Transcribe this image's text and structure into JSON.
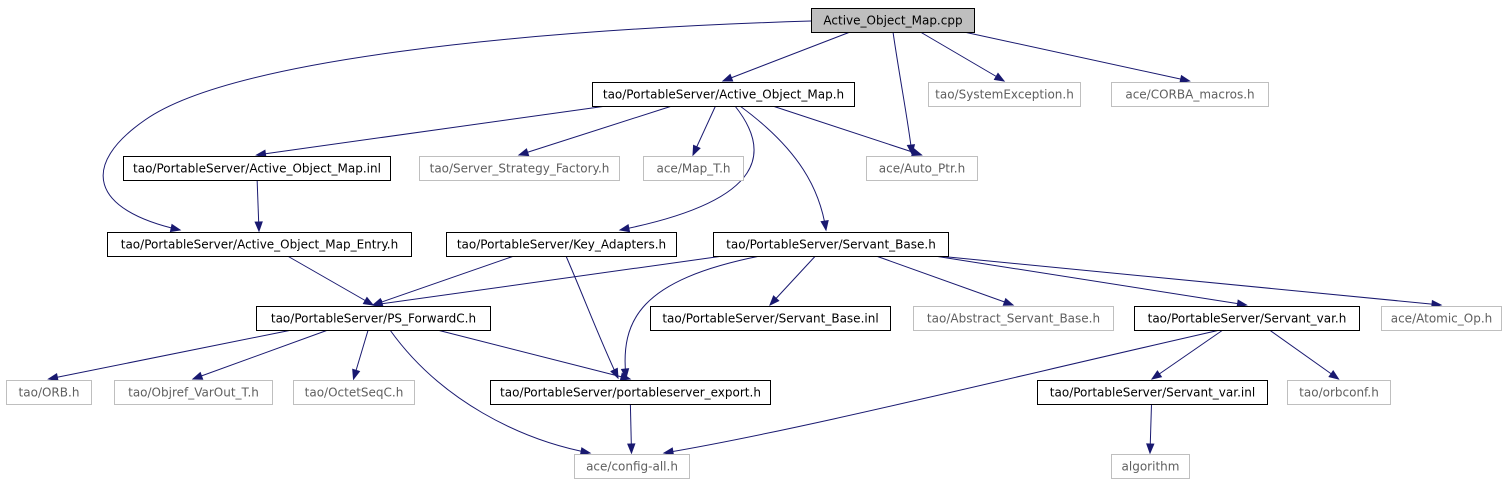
{
  "nodes": {
    "root": {
      "label": "Active_Object_Map.cpp",
      "documented": true,
      "root": true
    },
    "aomh": {
      "label": "tao/PortableServer/Active_Object_Map.h",
      "documented": true
    },
    "sysexc": {
      "label": "tao/SystemException.h",
      "documented": false
    },
    "corba": {
      "label": "ace/CORBA_macros.h",
      "documented": false
    },
    "aominl": {
      "label": "tao/PortableServer/Active_Object_Map.inl",
      "documented": true
    },
    "ssf": {
      "label": "tao/Server_Strategy_Factory.h",
      "documented": false
    },
    "mapt": {
      "label": "ace/Map_T.h",
      "documented": false
    },
    "autoptr": {
      "label": "ace/Auto_Ptr.h",
      "documented": false
    },
    "aome": {
      "label": "tao/PortableServer/Active_Object_Map_Entry.h",
      "documented": true
    },
    "keyad": {
      "label": "tao/PortableServer/Key_Adapters.h",
      "documented": true
    },
    "sbase": {
      "label": "tao/PortableServer/Servant_Base.h",
      "documented": true
    },
    "psfwd": {
      "label": "tao/PortableServer/PS_ForwardC.h",
      "documented": true
    },
    "sbinl": {
      "label": "tao/PortableServer/Servant_Base.inl",
      "documented": true
    },
    "absb": {
      "label": "tao/Abstract_Servant_Base.h",
      "documented": false
    },
    "svar": {
      "label": "tao/PortableServer/Servant_var.h",
      "documented": true
    },
    "atomic": {
      "label": "ace/Atomic_Op.h",
      "documented": false
    },
    "orb": {
      "label": "tao/ORB.h",
      "documented": false
    },
    "objref": {
      "label": "tao/Objref_VarOut_T.h",
      "documented": false
    },
    "octet": {
      "label": "tao/OctetSeqC.h",
      "documented": false
    },
    "psexp": {
      "label": "tao/PortableServer/portableserver_export.h",
      "documented": true
    },
    "svarinl": {
      "label": "tao/PortableServer/Servant_var.inl",
      "documented": true
    },
    "orbconf": {
      "label": "tao/orbconf.h",
      "documented": false
    },
    "config": {
      "label": "ace/config-all.h",
      "documented": false
    },
    "algo": {
      "label": "algorithm",
      "documented": false
    }
  },
  "edges": [
    [
      "root",
      "aomh"
    ],
    [
      "root",
      "sysexc"
    ],
    [
      "root",
      "corba"
    ],
    [
      "root",
      "autoptr"
    ],
    [
      "root",
      "aome"
    ],
    [
      "aomh",
      "aominl"
    ],
    [
      "aomh",
      "ssf"
    ],
    [
      "aomh",
      "mapt"
    ],
    [
      "aomh",
      "autoptr"
    ],
    [
      "aomh",
      "keyad"
    ],
    [
      "aomh",
      "sbase"
    ],
    [
      "aominl",
      "aome"
    ],
    [
      "aome",
      "psfwd"
    ],
    [
      "keyad",
      "psfwd"
    ],
    [
      "keyad",
      "psexp"
    ],
    [
      "sbase",
      "psfwd"
    ],
    [
      "sbase",
      "psexp"
    ],
    [
      "sbase",
      "sbinl"
    ],
    [
      "sbase",
      "absb"
    ],
    [
      "sbase",
      "svar"
    ],
    [
      "sbase",
      "atomic"
    ],
    [
      "psfwd",
      "orb"
    ],
    [
      "psfwd",
      "objref"
    ],
    [
      "psfwd",
      "octet"
    ],
    [
      "psfwd",
      "psexp"
    ],
    [
      "psfwd",
      "config"
    ],
    [
      "svar",
      "config"
    ],
    [
      "svar",
      "svarinl"
    ],
    [
      "svar",
      "orbconf"
    ],
    [
      "psexp",
      "config"
    ],
    [
      "svarinl",
      "algo"
    ]
  ]
}
